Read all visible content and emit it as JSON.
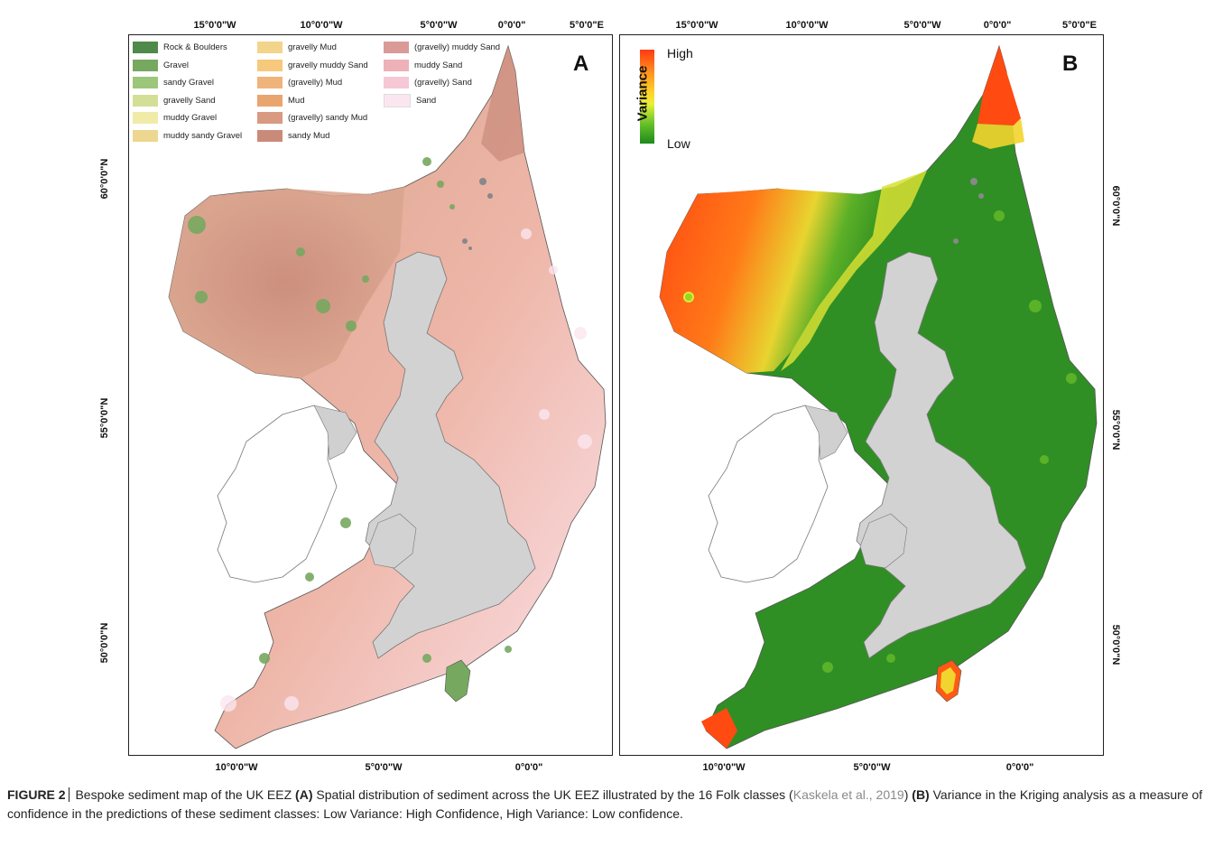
{
  "axes": {
    "top_ticks": [
      "15°0'0\"W",
      "10°0'0\"W",
      "5°0'0\"W",
      "0°0'0\"",
      "5°0'0\"E"
    ],
    "bottom_ticks": [
      "10°0'0\"W",
      "5°0'0\"W",
      "0°0'0\""
    ],
    "left_ticks": [
      "60°0'0\"N",
      "55°0'0\"N",
      "50°0'0\"N"
    ],
    "right_ticks": [
      "60°0'0\"N",
      "55°0'0\"N",
      "50°0'0\"N"
    ]
  },
  "panel_a": {
    "letter": "A",
    "legend": [
      {
        "label": "Rock & Boulders",
        "color": "#4f8a4a"
      },
      {
        "label": "Gravel",
        "color": "#77a860"
      },
      {
        "label": "sandy Gravel",
        "color": "#9cc67a"
      },
      {
        "label": "gravelly Sand",
        "color": "#d3df96"
      },
      {
        "label": "muddy Gravel",
        "color": "#f0eba8"
      },
      {
        "label": "muddy sandy Gravel",
        "color": "#ecd690"
      },
      {
        "label": "gravelly Mud",
        "color": "#f2d58a"
      },
      {
        "label": "gravelly muddy Sand",
        "color": "#f6c97c"
      },
      {
        "label": "(gravelly) Mud",
        "color": "#f0b37a"
      },
      {
        "label": "Mud",
        "color": "#e8a56e"
      },
      {
        "label": "(gravelly) sandy Mud",
        "color": "#d89a80"
      },
      {
        "label": "sandy Mud",
        "color": "#c98a7a"
      },
      {
        "label": "(gravelly) muddy Sand",
        "color": "#d99a98"
      },
      {
        "label": "muddy Sand",
        "color": "#eeb1b8"
      },
      {
        "label": "(gravelly) Sand",
        "color": "#f6c8d6"
      },
      {
        "label": "Sand",
        "color": "#fbe6ef"
      }
    ]
  },
  "panel_b": {
    "letter": "B",
    "colorbar_title": "Variance",
    "high_label": "High",
    "low_label": "Low"
  },
  "caption": {
    "figure_label": "FIGURE 2",
    "intro": " Bespoke sediment map of the UK EEZ ",
    "a_label": "(A)",
    "a_text": " Spatial distribution of sediment across the UK EEZ illustrated by the 16 Folk classes (",
    "citation": "Kaskela et al., 2019",
    "after_citation": ") ",
    "b_label": "(B)",
    "b_text": " Variance in the Kriging analysis as a measure of confidence in the predictions of these sediment classes: Low Variance: High Confidence, High Variance: Low confidence."
  }
}
